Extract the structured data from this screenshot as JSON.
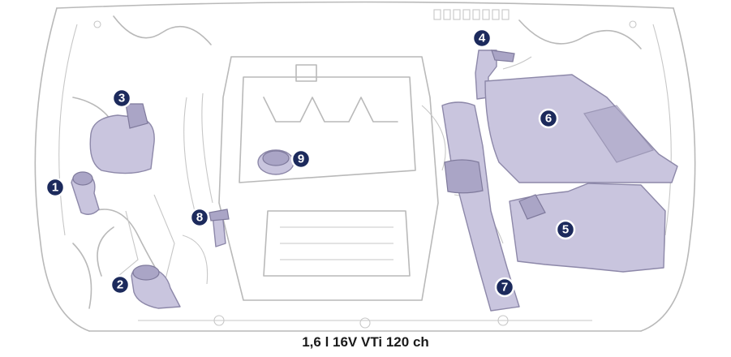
{
  "caption": "1,6 l 16V VTi 120 ch",
  "markers": [
    {
      "label": "1"
    },
    {
      "label": "2"
    },
    {
      "label": "3"
    },
    {
      "label": "4"
    },
    {
      "label": "5"
    },
    {
      "label": "6"
    },
    {
      "label": "7"
    },
    {
      "label": "8"
    },
    {
      "label": "9"
    }
  ],
  "colors": {
    "component_fill": "#c9c5de",
    "marker": "#1c2a5c",
    "outline": "#b9b9b9"
  }
}
